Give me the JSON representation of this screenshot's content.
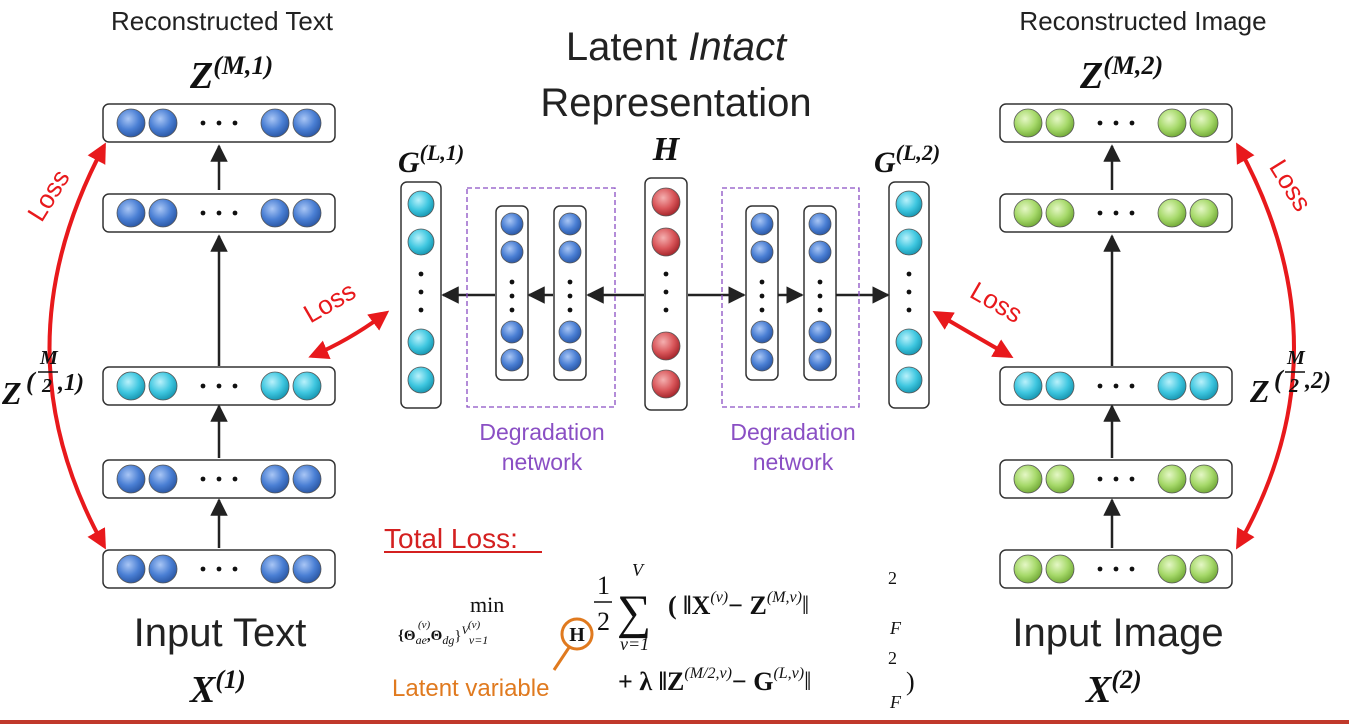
{
  "left": {
    "top_label": "Reconstructed Text",
    "top_var": "Z",
    "top_sup": "(M,1)",
    "mid_var": "Z",
    "mid_sup": ",1)",
    "mid_frac_num": "M",
    "mid_frac_den": "2",
    "bottom_label": "Input Text",
    "bottom_var": "X",
    "bottom_sup": "(1)",
    "loss_left": "Loss",
    "loss_inner": "Loss"
  },
  "right": {
    "top_label": "Reconstructed Image",
    "top_var": "Z",
    "top_sup": "(M,2)",
    "mid_var": "Z",
    "mid_sup": ",2)",
    "mid_frac_num": "M",
    "mid_frac_den": "2",
    "bottom_label": "Input Image",
    "bottom_var": "X",
    "bottom_sup": "(2)",
    "loss_right": "Loss",
    "loss_inner": "Loss"
  },
  "center": {
    "title_line1_plain": "Latent ",
    "title_line1_italic": "Intact",
    "title_line2": "Representation",
    "h_label": "H",
    "g_left_var": "G",
    "g_left_sup": "(L,1)",
    "g_right_var": "G",
    "g_right_sup": "(L,2)",
    "degradation_left_line1": "Degradation",
    "degradation_left_line2": "network",
    "degradation_right_line1": "Degradation",
    "degradation_right_line2": "network"
  },
  "formula": {
    "heading": "Total Loss:",
    "min": "min",
    "min_sub": "{Θ",
    "min_sub_ae": "(v)",
    "min_sub_ae_low": "ae",
    "min_sub_comma": ",Θ",
    "min_sub_dg": "(v)",
    "min_sub_dg_low": "dg",
    "min_sub_close": "}",
    "min_sub_range": "V",
    "min_sub_range_low": "v=1",
    "min_sub_h": "H",
    "half_num": "1",
    "half_den": "2",
    "sum_top": "V",
    "sum_bottom": "v=1",
    "sum_symbol": "∑",
    "term1": "( ‖X",
    "term1_sup": "(v)",
    "term1_minus": "− Z",
    "term1_sup2": "(M,v)",
    "term1_norm": "‖",
    "norm_sq": "2",
    "norm_f": "F",
    "term2": "+ λ ‖Z",
    "term2_sup": "(M/2,v)",
    "term2_minus": "− G",
    "term2_sup2": "(L,v)",
    "term2_close": "‖",
    "paren_close": ")",
    "latent_variable": "Latent variable"
  },
  "colors": {
    "blue_node": "#4a7fd4",
    "cyan_node": "#3fc7e0",
    "green_node": "#a6d96a",
    "red_node": "#d9565a",
    "loss_red": "#e8191c",
    "degradation_purple": "#8a4fc4",
    "latent_orange": "#e07a1f",
    "total_loss_red": "#d42020"
  }
}
